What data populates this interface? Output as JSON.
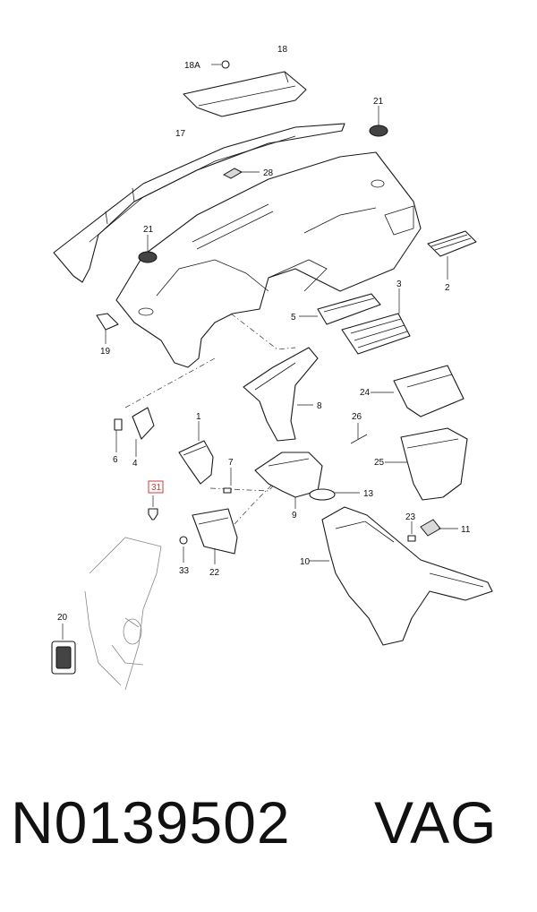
{
  "footer": {
    "part_number": "N0139502",
    "brand": "VAG"
  },
  "callouts": {
    "c18": "18",
    "c18a": "18A",
    "c17": "17",
    "c21a": "21",
    "c21b": "21",
    "c28": "28",
    "c2": "2",
    "c3": "3",
    "c5": "5",
    "c19": "19",
    "c8": "8",
    "c24": "24",
    "c1": "1",
    "c6": "6",
    "c4": "4",
    "c26": "26",
    "c7": "7",
    "c25": "25",
    "c31": "31",
    "c13": "13",
    "c9": "9",
    "c23": "23",
    "c11": "11",
    "c33": "33",
    "c22": "22",
    "c10": "10",
    "c20": "20"
  },
  "highlight_color": "#d13a3a"
}
